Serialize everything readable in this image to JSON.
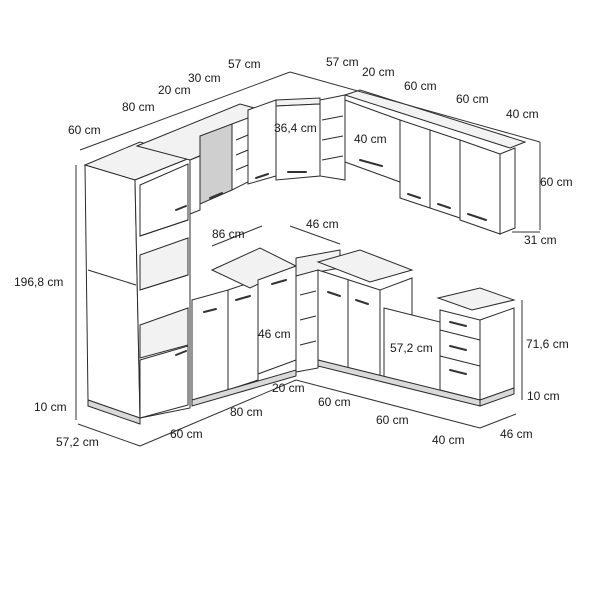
{
  "dimensions": {
    "top_57_left": "57 cm",
    "top_30": "30 cm",
    "top_20_left": "20 cm",
    "top_80": "80 cm",
    "top_60_left": "60 cm",
    "top_57_right": "57 cm",
    "top_20_right": "20 cm",
    "top_60_a": "60 cm",
    "top_60_b": "60 cm",
    "top_40": "40 cm",
    "right_60": "60 cm",
    "right_31": "31 cm",
    "corner_36_4": "36,4 cm",
    "wall_40": "40 cm",
    "mid_86": "86 cm",
    "mid_46": "46 cm",
    "mid_46_depth": "46 cm",
    "mid_57_2": "57,2 cm",
    "right_71_6": "71,6 cm",
    "right_10": "10 cm",
    "left_196_8": "196,8 cm",
    "left_10": "10 cm",
    "bottom_57_2": "57,2 cm",
    "bottom_60_left": "60 cm",
    "bottom_80": "80 cm",
    "bottom_20": "20 cm",
    "bottom_60_a": "60 cm",
    "bottom_60_b": "60 cm",
    "bottom_40": "40 cm",
    "bottom_46": "46 cm"
  }
}
